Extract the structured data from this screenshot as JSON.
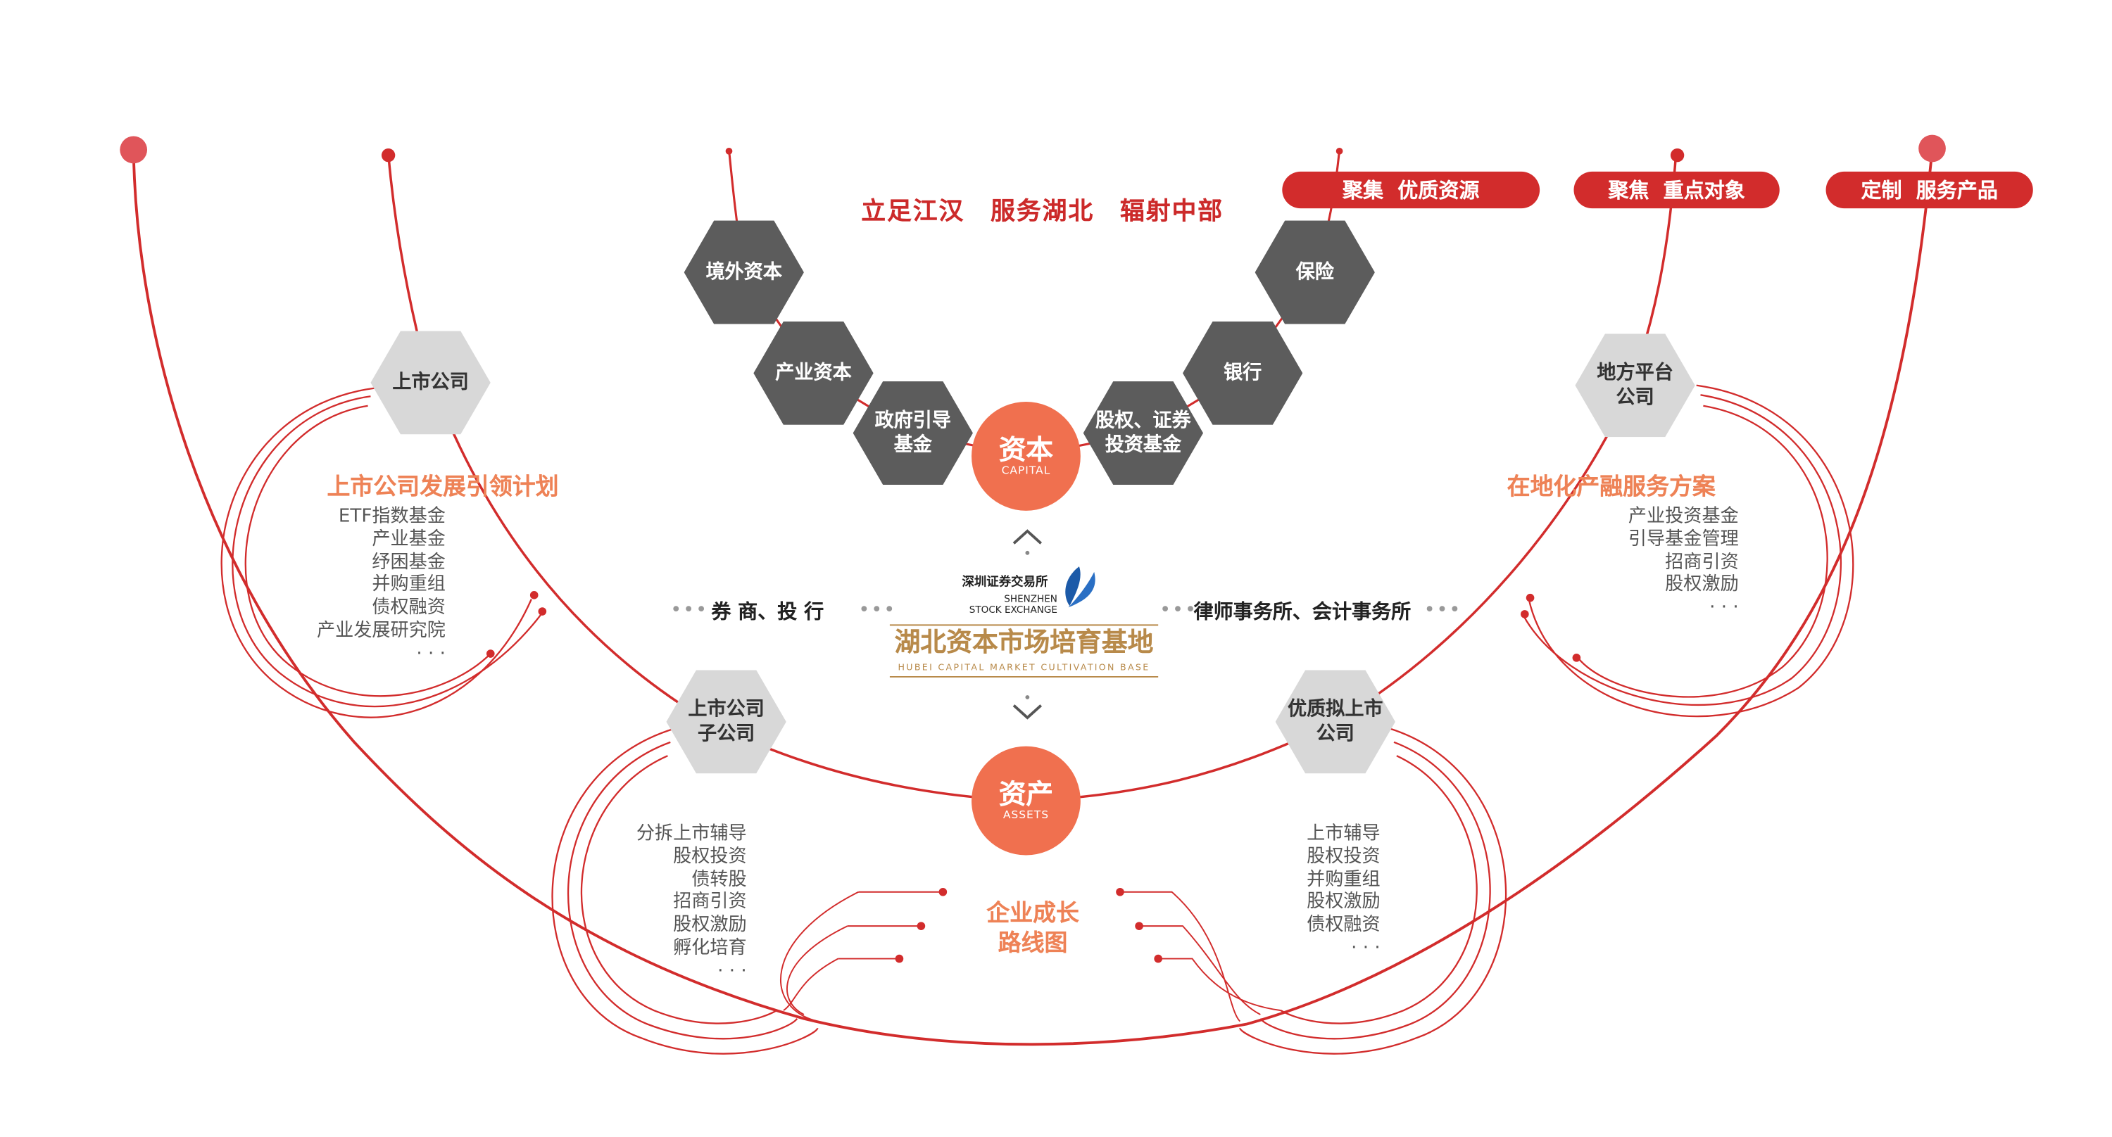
{
  "headline": "立足江汉　服务湖北　辐射中部",
  "pills": [
    "聚集  优质资源",
    "聚焦  重点对象",
    "定制  服务产品"
  ],
  "capital_chain": {
    "left": [
      "境外资本",
      "产业资本",
      "政府引导\n基金"
    ],
    "right": [
      "保险",
      "银行",
      "股权、证券\n投资基金"
    ]
  },
  "capital_circle": {
    "cn": "资本",
    "en": "CAPITAL"
  },
  "assets_circle": {
    "cn": "资产",
    "en": "ASSETS"
  },
  "center": {
    "exchange_cn": "深圳证券交易所",
    "exchange_en1": "SHENZHEN",
    "exchange_en2": "STOCK EXCHANGE",
    "base_cn": "湖北资本市场培育基地",
    "base_en": "HUBEI CAPITAL MARKET CULTIVATION BASE",
    "left_label": "券 商、投 行",
    "right_label": "律师事务所、会计事务所",
    "ellipsis": "•••"
  },
  "nodes": {
    "listed": "上市公司",
    "listed_sub": "上市公司\n子公司",
    "pre_ipo": "优质拟上市\n公司",
    "local_platform": "地方平台\n公司"
  },
  "sections": {
    "left": {
      "title": "上市公司发展引领计划",
      "items": [
        "ETF指数基金",
        "产业基金",
        "纾困基金",
        "并购重组",
        "债权融资",
        "产业发展研究院",
        "· · ·"
      ]
    },
    "right": {
      "title": "在地化产融服务方案",
      "items": [
        "产业投资基金",
        "引导基金管理",
        "招商引资",
        "股权激励",
        "· · ·"
      ]
    },
    "bottom_left": {
      "items": [
        "分拆上市辅导",
        "股权投资",
        "债转股",
        "招商引资",
        "股权激励",
        "孵化培育",
        "· · ·"
      ]
    },
    "bottom_right": {
      "items": [
        "上市辅导",
        "股权投资",
        "并购重组",
        "股权激励",
        "债权融资",
        "· · ·"
      ]
    }
  },
  "roadmap": {
    "line1": "企业成长",
    "line2": "路线图"
  },
  "colors": {
    "red": "#d22c2c",
    "orange": "#f0704f",
    "dark_hex": "#5c5c5c",
    "light_hex": "#d8d8d8",
    "gold": "#b88a4a"
  }
}
